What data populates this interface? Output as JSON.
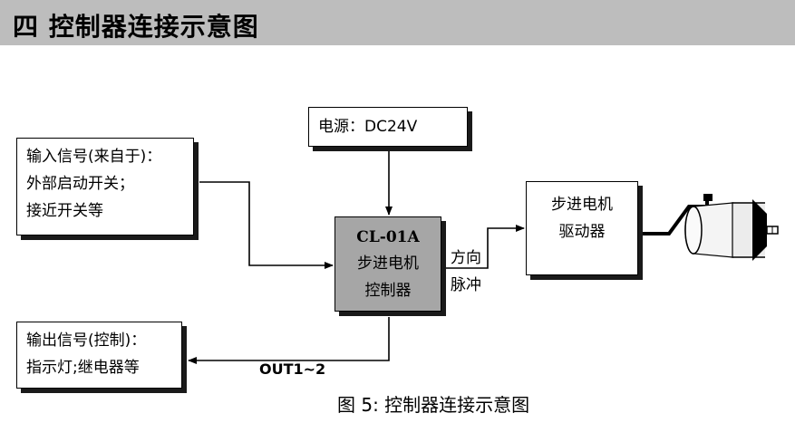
{
  "header": {
    "title": "四 控制器连接示意图"
  },
  "diagram": {
    "power": {
      "label": "电源：DC24V"
    },
    "input": {
      "lines": [
        "输入信号(来自于)：",
        "外部启动开关；",
        "接近开关等"
      ]
    },
    "controller": {
      "model": "CL-01A",
      "line1": "步进电机",
      "line2": "控制器"
    },
    "driver": {
      "line1": "步进电机",
      "line2": "驱动器"
    },
    "output": {
      "lines": [
        "输出信号(控制)：",
        "指示灯;继电器等"
      ]
    },
    "signals": {
      "direction": "方向",
      "pulse": "脉冲",
      "out": "OUT1~2"
    }
  },
  "caption": "图 5: 控制器连接示意图",
  "colors": {
    "header_bg": "#bdbdbd",
    "controller_fill": "#a6a6a6",
    "motor_body": "#ececec"
  }
}
